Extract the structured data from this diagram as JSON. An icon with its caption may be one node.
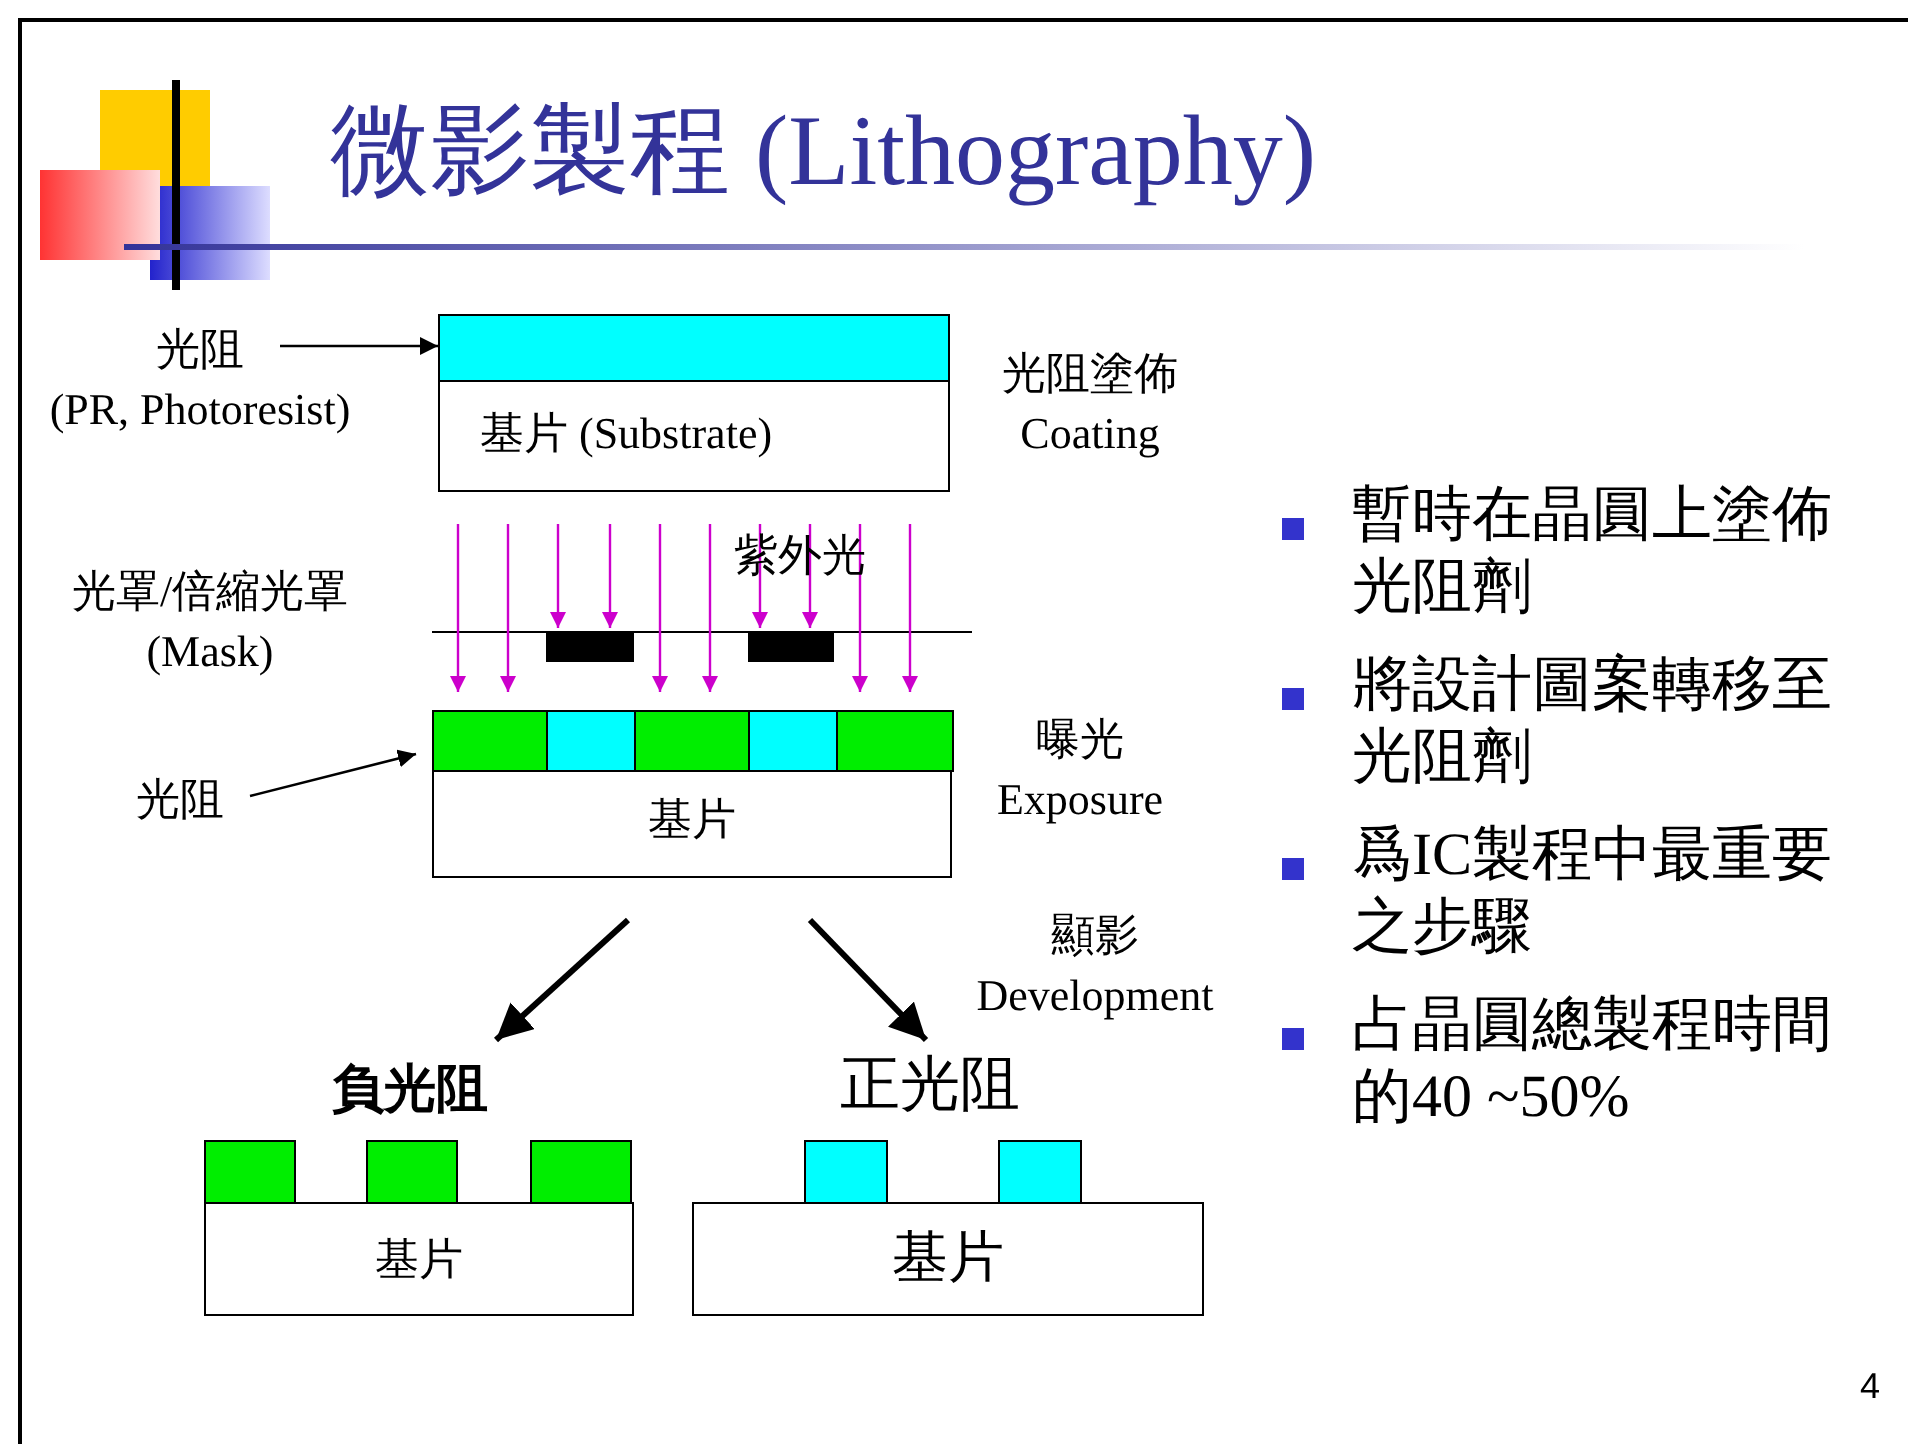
{
  "diagram": {
    "title": "微影製程 (Lithography)",
    "nodes": [
      {
        "text": [
          "光阻 (PR, Photoresist)"
        ]
      },
      {
        "text": [],
        "shape": "box"
      },
      {
        "text": [
          "基片 (Substrate)"
        ]
      },
      {
        "text": [
          "光阻"
        ]
      },
      {
        "text": [],
        "shape": "box"
      },
      {
        "text": [
          "基片"
        ]
      },
      {
        "text": [
          "負光阻"
        ]
      },
      {
        "text": [
          "正光阻"
        ]
      },
      {
        "text": [
          "基片"
        ]
      },
      {
        "text": [
          "基片"
        ]
      }
    ],
    "edges": [
      {
        "from": 0,
        "to": 1,
        "arrow": "to"
      },
      {
        "from": 3,
        "to": 4,
        "arrow": "to"
      },
      {
        "from": 5,
        "to": 6,
        "arrow": "to",
        "style": "thick"
      },
      {
        "from": 5,
        "to": 7,
        "arrow": "to",
        "style": "thick"
      }
    ],
    "labels": [
      "光阻塗佈 Coating",
      "紫外光",
      "光罩/倍縮光罩 (Mask)",
      "曝光 Exposure",
      "顯影 Development",
      "暫時在晶圓上塗佈光阻劑",
      "將設計圖案轉移至光阻劑",
      "爲IC製程中最重要之步驟",
      "占晶圓總製程時間的40 ~50%",
      "4"
    ]
  }
}
